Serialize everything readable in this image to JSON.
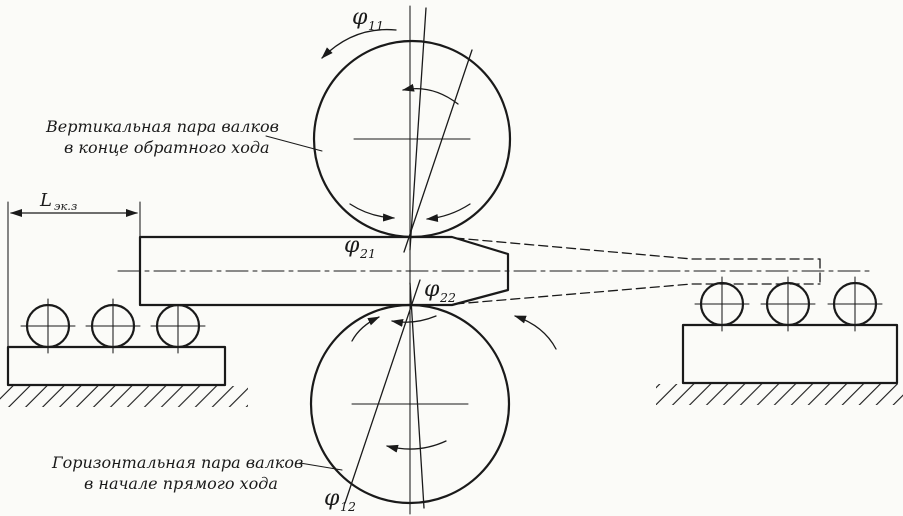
{
  "labels": {
    "vertical_pair": {
      "line1": "Вертикальная пара валков",
      "line2": "в конце обратного хода"
    },
    "horizontal_pair": {
      "line1": "Горизонтальная пара валков",
      "line2": "в начале прямого хода"
    }
  },
  "angles": {
    "phi11": {
      "symbol": "φ",
      "subscript": "11"
    },
    "phi21": {
      "symbol": "φ",
      "subscript": "21"
    },
    "phi22": {
      "symbol": "φ",
      "subscript": "22"
    },
    "phi12": {
      "symbol": "φ",
      "subscript": "12"
    }
  },
  "dimension": {
    "symbol": "L",
    "subscript": "эк.з"
  },
  "colors": {
    "ink": "#1a1a1a",
    "paper": "#fbfbf8"
  }
}
